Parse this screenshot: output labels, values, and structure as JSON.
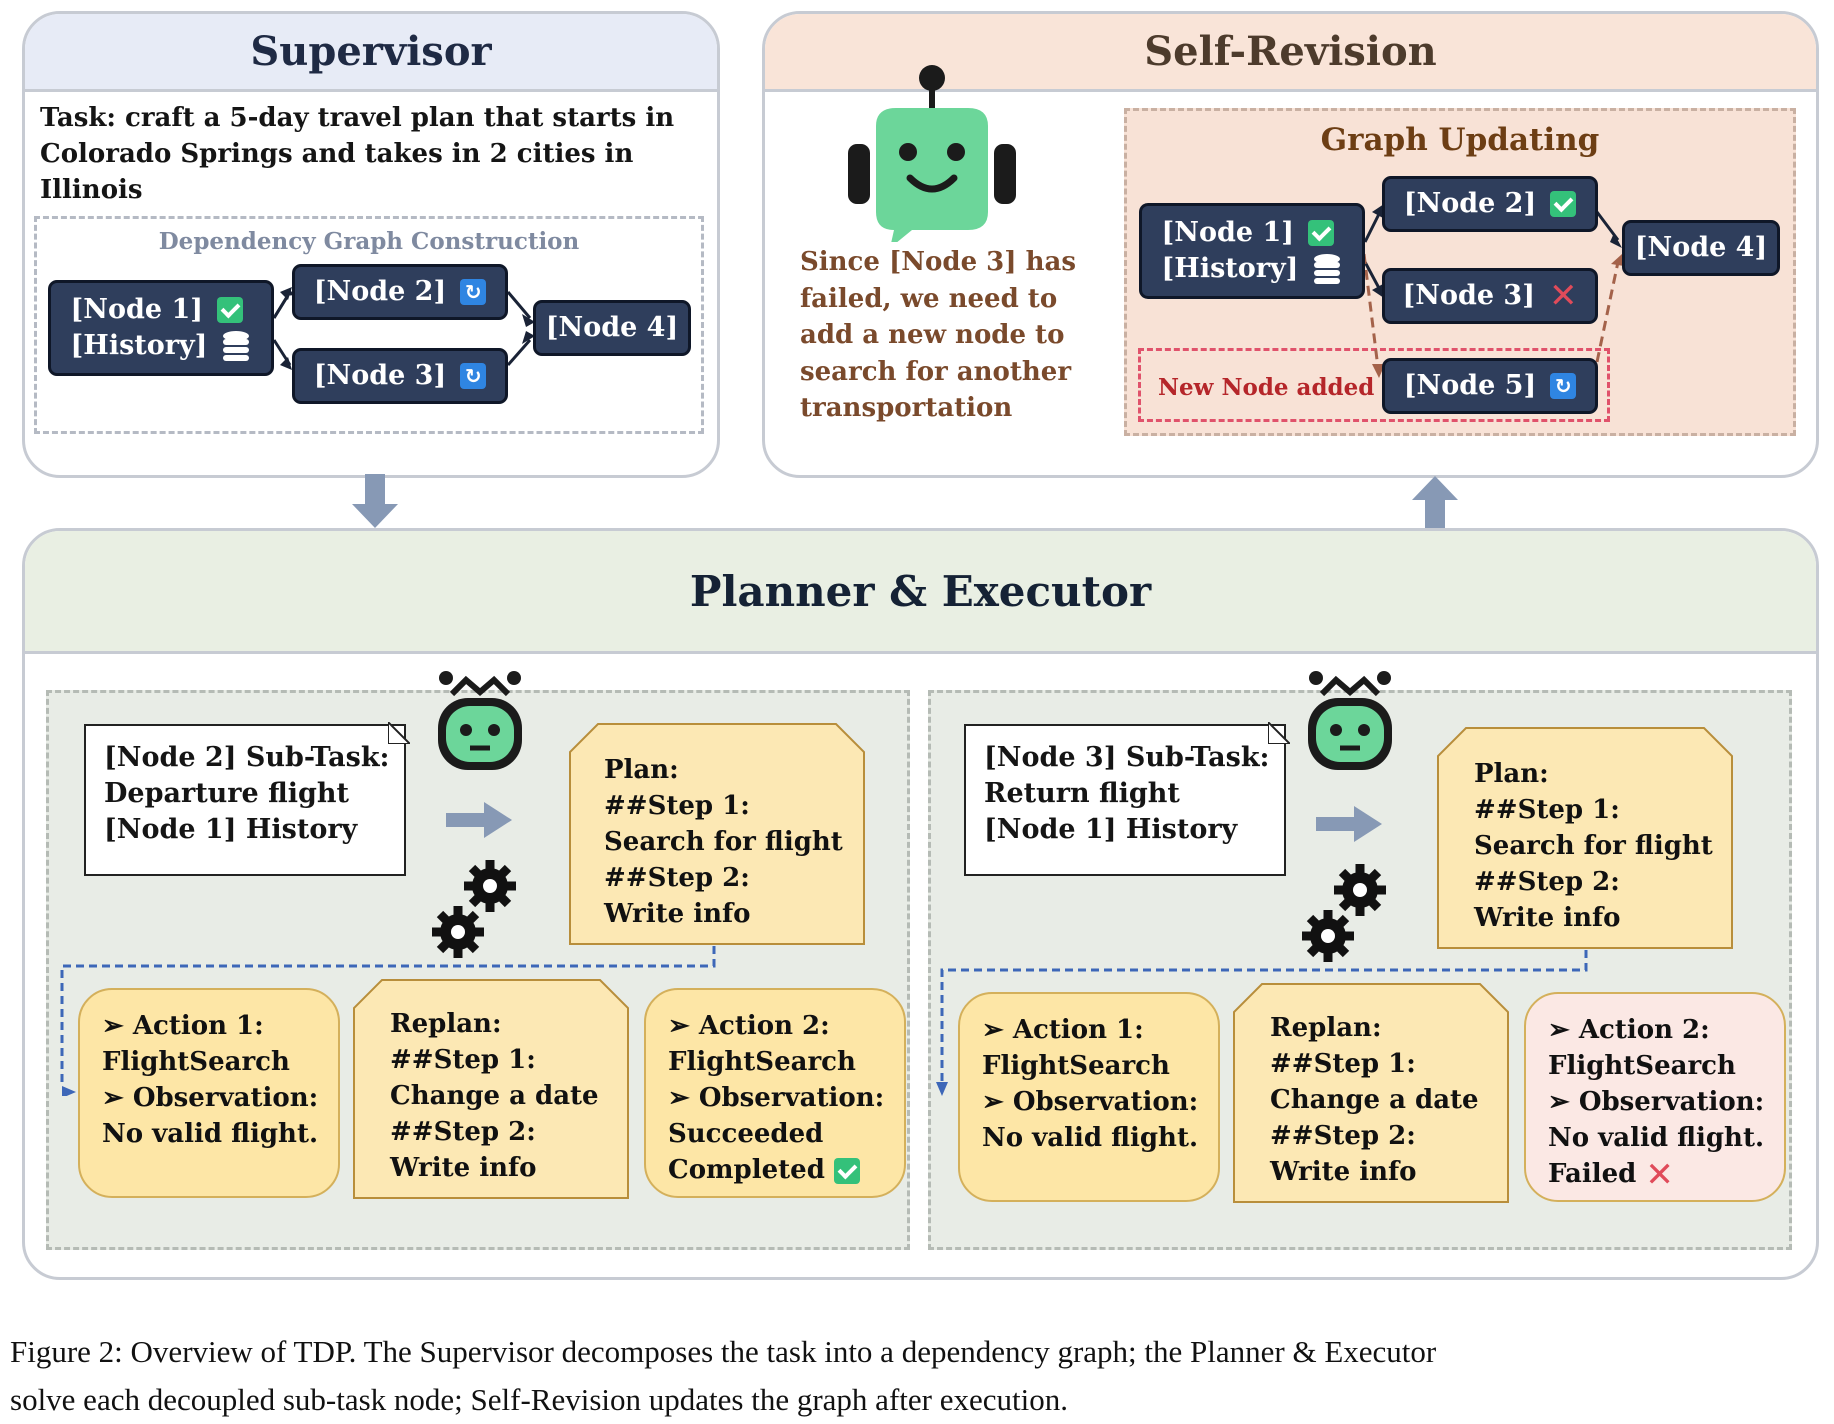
{
  "supervisor": {
    "title": "Supervisor",
    "task_prefix": "Task:",
    "task_lines": [
      "craft a 5-day travel plan that starts in",
      "Colorado Springs and takes in 2 cities in",
      "Illinois"
    ],
    "graph_label": "Dependency Graph Construction",
    "nodes": {
      "n1a": "[Node 1]",
      "n1b": "[History]",
      "n2": "[Node 2]",
      "n3": "[Node 3]",
      "n4": "[Node 4]"
    }
  },
  "self_revision": {
    "title": "Self-Revision",
    "robot_text": [
      "Since [Node 3] has",
      "failed, we need to",
      "add a new node to",
      "search for another",
      "transportation"
    ],
    "graph_title": "Graph Updating",
    "nodes": {
      "n1a": "[Node 1]",
      "n1b": "[History]",
      "n2": "[Node 2]",
      "n3": "[Node 3]",
      "n4": "[Node 4]",
      "n5": "[Node 5]"
    },
    "new_node_label": "New Node added"
  },
  "planner": {
    "title": "Planner & Executor",
    "left": {
      "subtask": [
        "[Node 2] Sub-Task:",
        "Departure flight",
        "[Node 1] History"
      ],
      "plan": [
        "Plan:",
        "##Step 1:",
        "Search for flight",
        "##Step 2:",
        "Write info"
      ],
      "action1": [
        "➢ Action 1:",
        "FlightSearch",
        "➢ Observation:",
        "No valid flight."
      ],
      "replan": [
        "Replan:",
        "##Step 1:",
        "Change a date",
        "##Step 2:",
        "Write info"
      ],
      "action2": [
        "➢ Action 2:",
        "FlightSearch",
        "➢ Observation:",
        "Succeeded",
        "Completed"
      ]
    },
    "right": {
      "subtask": [
        "[Node 3] Sub-Task:",
        "Return flight",
        "[Node 1] History"
      ],
      "plan": [
        "Plan:",
        "##Step 1:",
        "Search for flight",
        "##Step 2:",
        "Write info"
      ],
      "action1": [
        "➢ Action 1:",
        "FlightSearch",
        "➢ Observation:",
        "No valid flight."
      ],
      "replan": [
        "Replan:",
        "##Step 1:",
        "Change a date",
        "##Step 2:",
        "Write info"
      ],
      "action2": [
        "➢ Action 2:",
        "FlightSearch",
        "➢ Observation:",
        "No valid flight.",
        "Failed"
      ]
    }
  },
  "caption": [
    "Figure 2: Overview of TDP. The Supervisor decomposes the task into a dependency graph; the Planner & Executor",
    "solve each decoupled sub-task node; Self-Revision updates the graph after execution."
  ],
  "colors": {
    "node_fill": "#2f3e5c",
    "check_green": "#34c17a",
    "refresh_blue": "#2f85e2",
    "fail_red": "#e04b5a",
    "note_yellow": "#fde6a6",
    "fail_pink": "#fbe8e4"
  }
}
